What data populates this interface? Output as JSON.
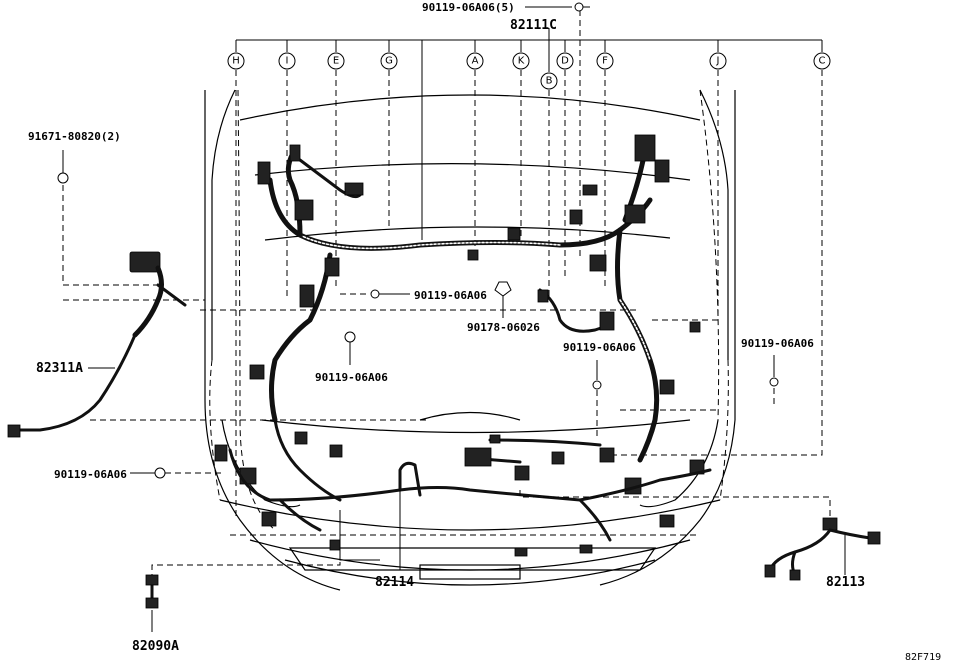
{
  "part_numbers": {
    "bolt_top": "90119-06A06(5)",
    "main_harness": "82111C",
    "bolt_left_clip": "91671-80820(2)",
    "bolt_center_left": "90119-06A06",
    "bolt_center_low": "90119-06A06",
    "clip_center": "90178-06026",
    "bolt_right_mid": "90119-06A06",
    "bolt_far_right": "90119-06A06",
    "bolt_left_low": "90119-06A06",
    "harness_left": "82311A",
    "harness_bottom_center": "82114",
    "harness_right": "82113",
    "harness_bottom_left": "82090A"
  },
  "callouts": {
    "H": "H",
    "I": "I",
    "E": "E",
    "G": "G",
    "A": "A",
    "K": "K",
    "B": "B",
    "D": "D",
    "F": "F",
    "J": "J",
    "C": "C"
  },
  "figure_code": "82F719"
}
